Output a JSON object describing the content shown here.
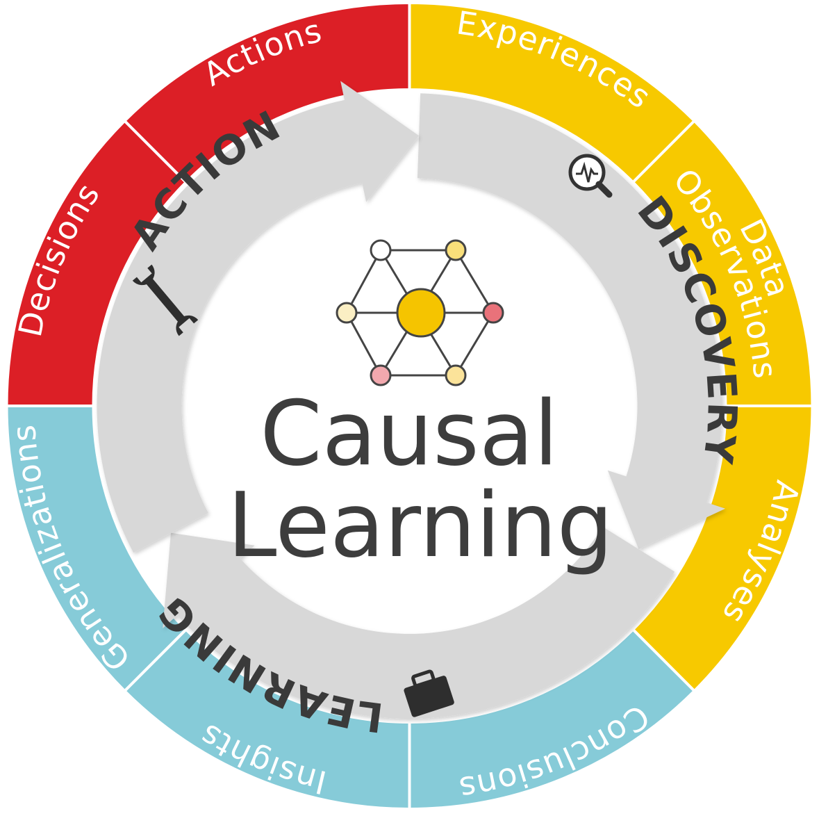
{
  "title": {
    "line1": "Causal",
    "line2": "Learning"
  },
  "phases": [
    {
      "label": "DISCOVERY",
      "icon": "magnifier-pulse-icon"
    },
    {
      "label": "LEARNING",
      "icon": "briefcase-icon"
    },
    {
      "label": "ACTION",
      "icon": "wrench-icon"
    }
  ],
  "segments": [
    {
      "label": "Experiences",
      "color": "#f7c900"
    },
    {
      "label": "Data",
      "label2": "Observations",
      "color": "#f7c900"
    },
    {
      "label": "Analyses",
      "color": "#f7c900"
    },
    {
      "label": "Insights",
      "color": "#86cbd8"
    },
    {
      "label": "Conclusions",
      "color": "#86cbd8"
    },
    {
      "label": "Generalizations",
      "color": "#86cbd8"
    },
    {
      "label": "Decisions",
      "color": "#dc1f26"
    },
    {
      "label": "Actions",
      "color": "#dc1f26"
    }
  ],
  "colors": {
    "discovery": "#f7c900",
    "learning": "#86cbd8",
    "action": "#dc1f26",
    "arrow": "#d8d8d8",
    "text_dark": "#3a3a3a"
  },
  "graph_icon": "causal-graph-icon"
}
